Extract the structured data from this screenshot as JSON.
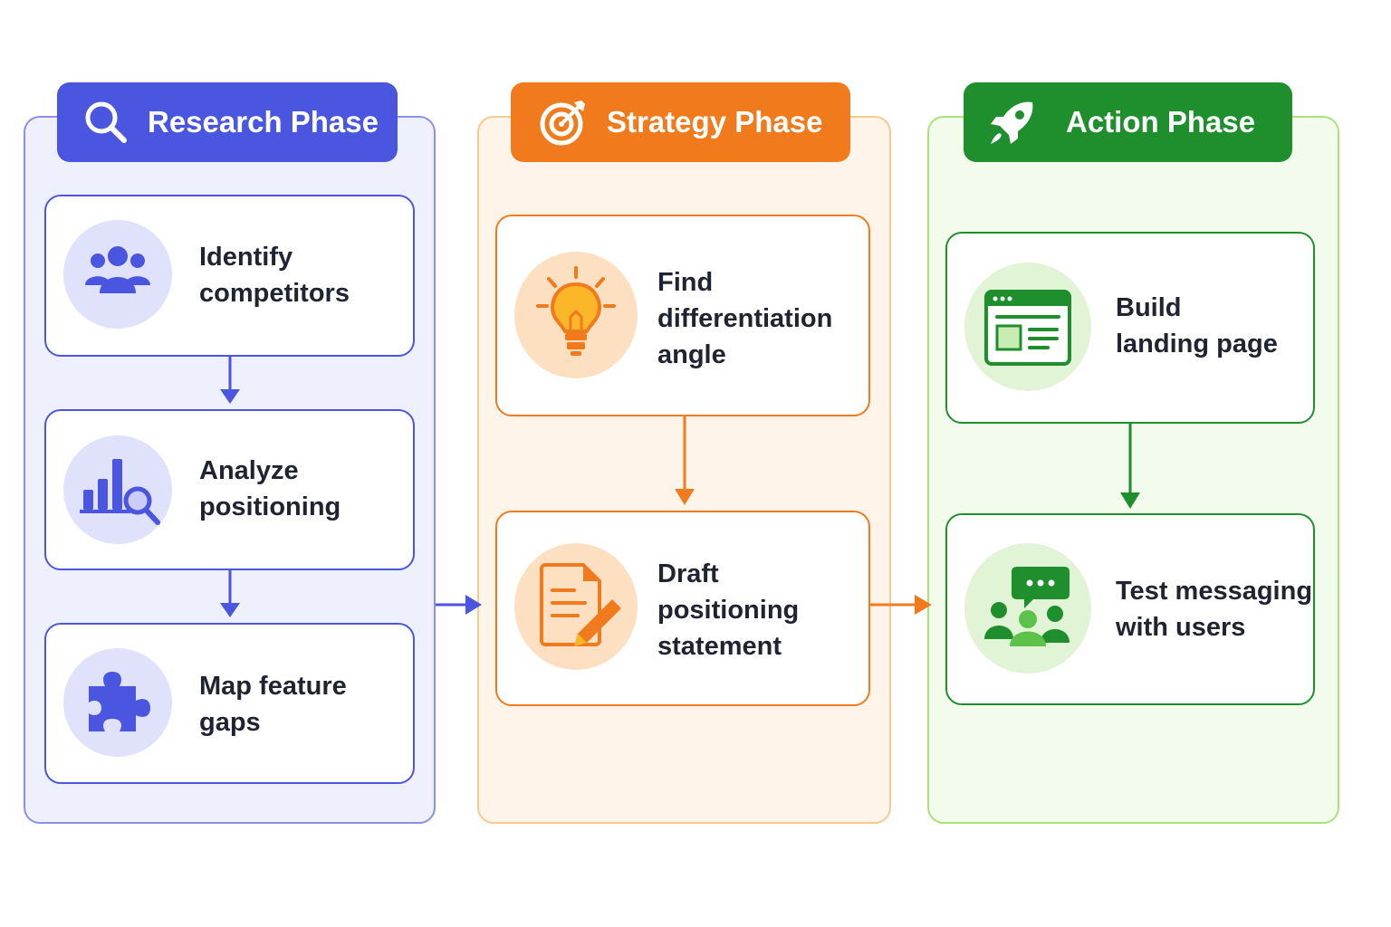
{
  "phases": [
    {
      "title": "Research Phase",
      "icon": "search-icon",
      "color": "#4a55e0",
      "steps": [
        {
          "label": "Identify\ncompetitors",
          "icon": "people-icon"
        },
        {
          "label": "Analyze\npositioning",
          "icon": "bar-chart-magnifier-icon"
        },
        {
          "label": "Map feature\ngaps",
          "icon": "puzzle-piece-icon"
        }
      ]
    },
    {
      "title": "Strategy Phase",
      "icon": "target-icon",
      "color": "#f07a1c",
      "steps": [
        {
          "label": "Find\ndifferentiation\nangle",
          "icon": "lightbulb-icon"
        },
        {
          "label": "Draft\npositioning\nstatement",
          "icon": "document-pencil-icon"
        }
      ]
    },
    {
      "title": "Action Phase",
      "icon": "rocket-icon",
      "color": "#1e8f2c",
      "steps": [
        {
          "label": "Build\nlanding page",
          "icon": "browser-window-icon"
        },
        {
          "label": "Test messaging\nwith users",
          "icon": "group-chat-icon"
        }
      ]
    }
  ]
}
